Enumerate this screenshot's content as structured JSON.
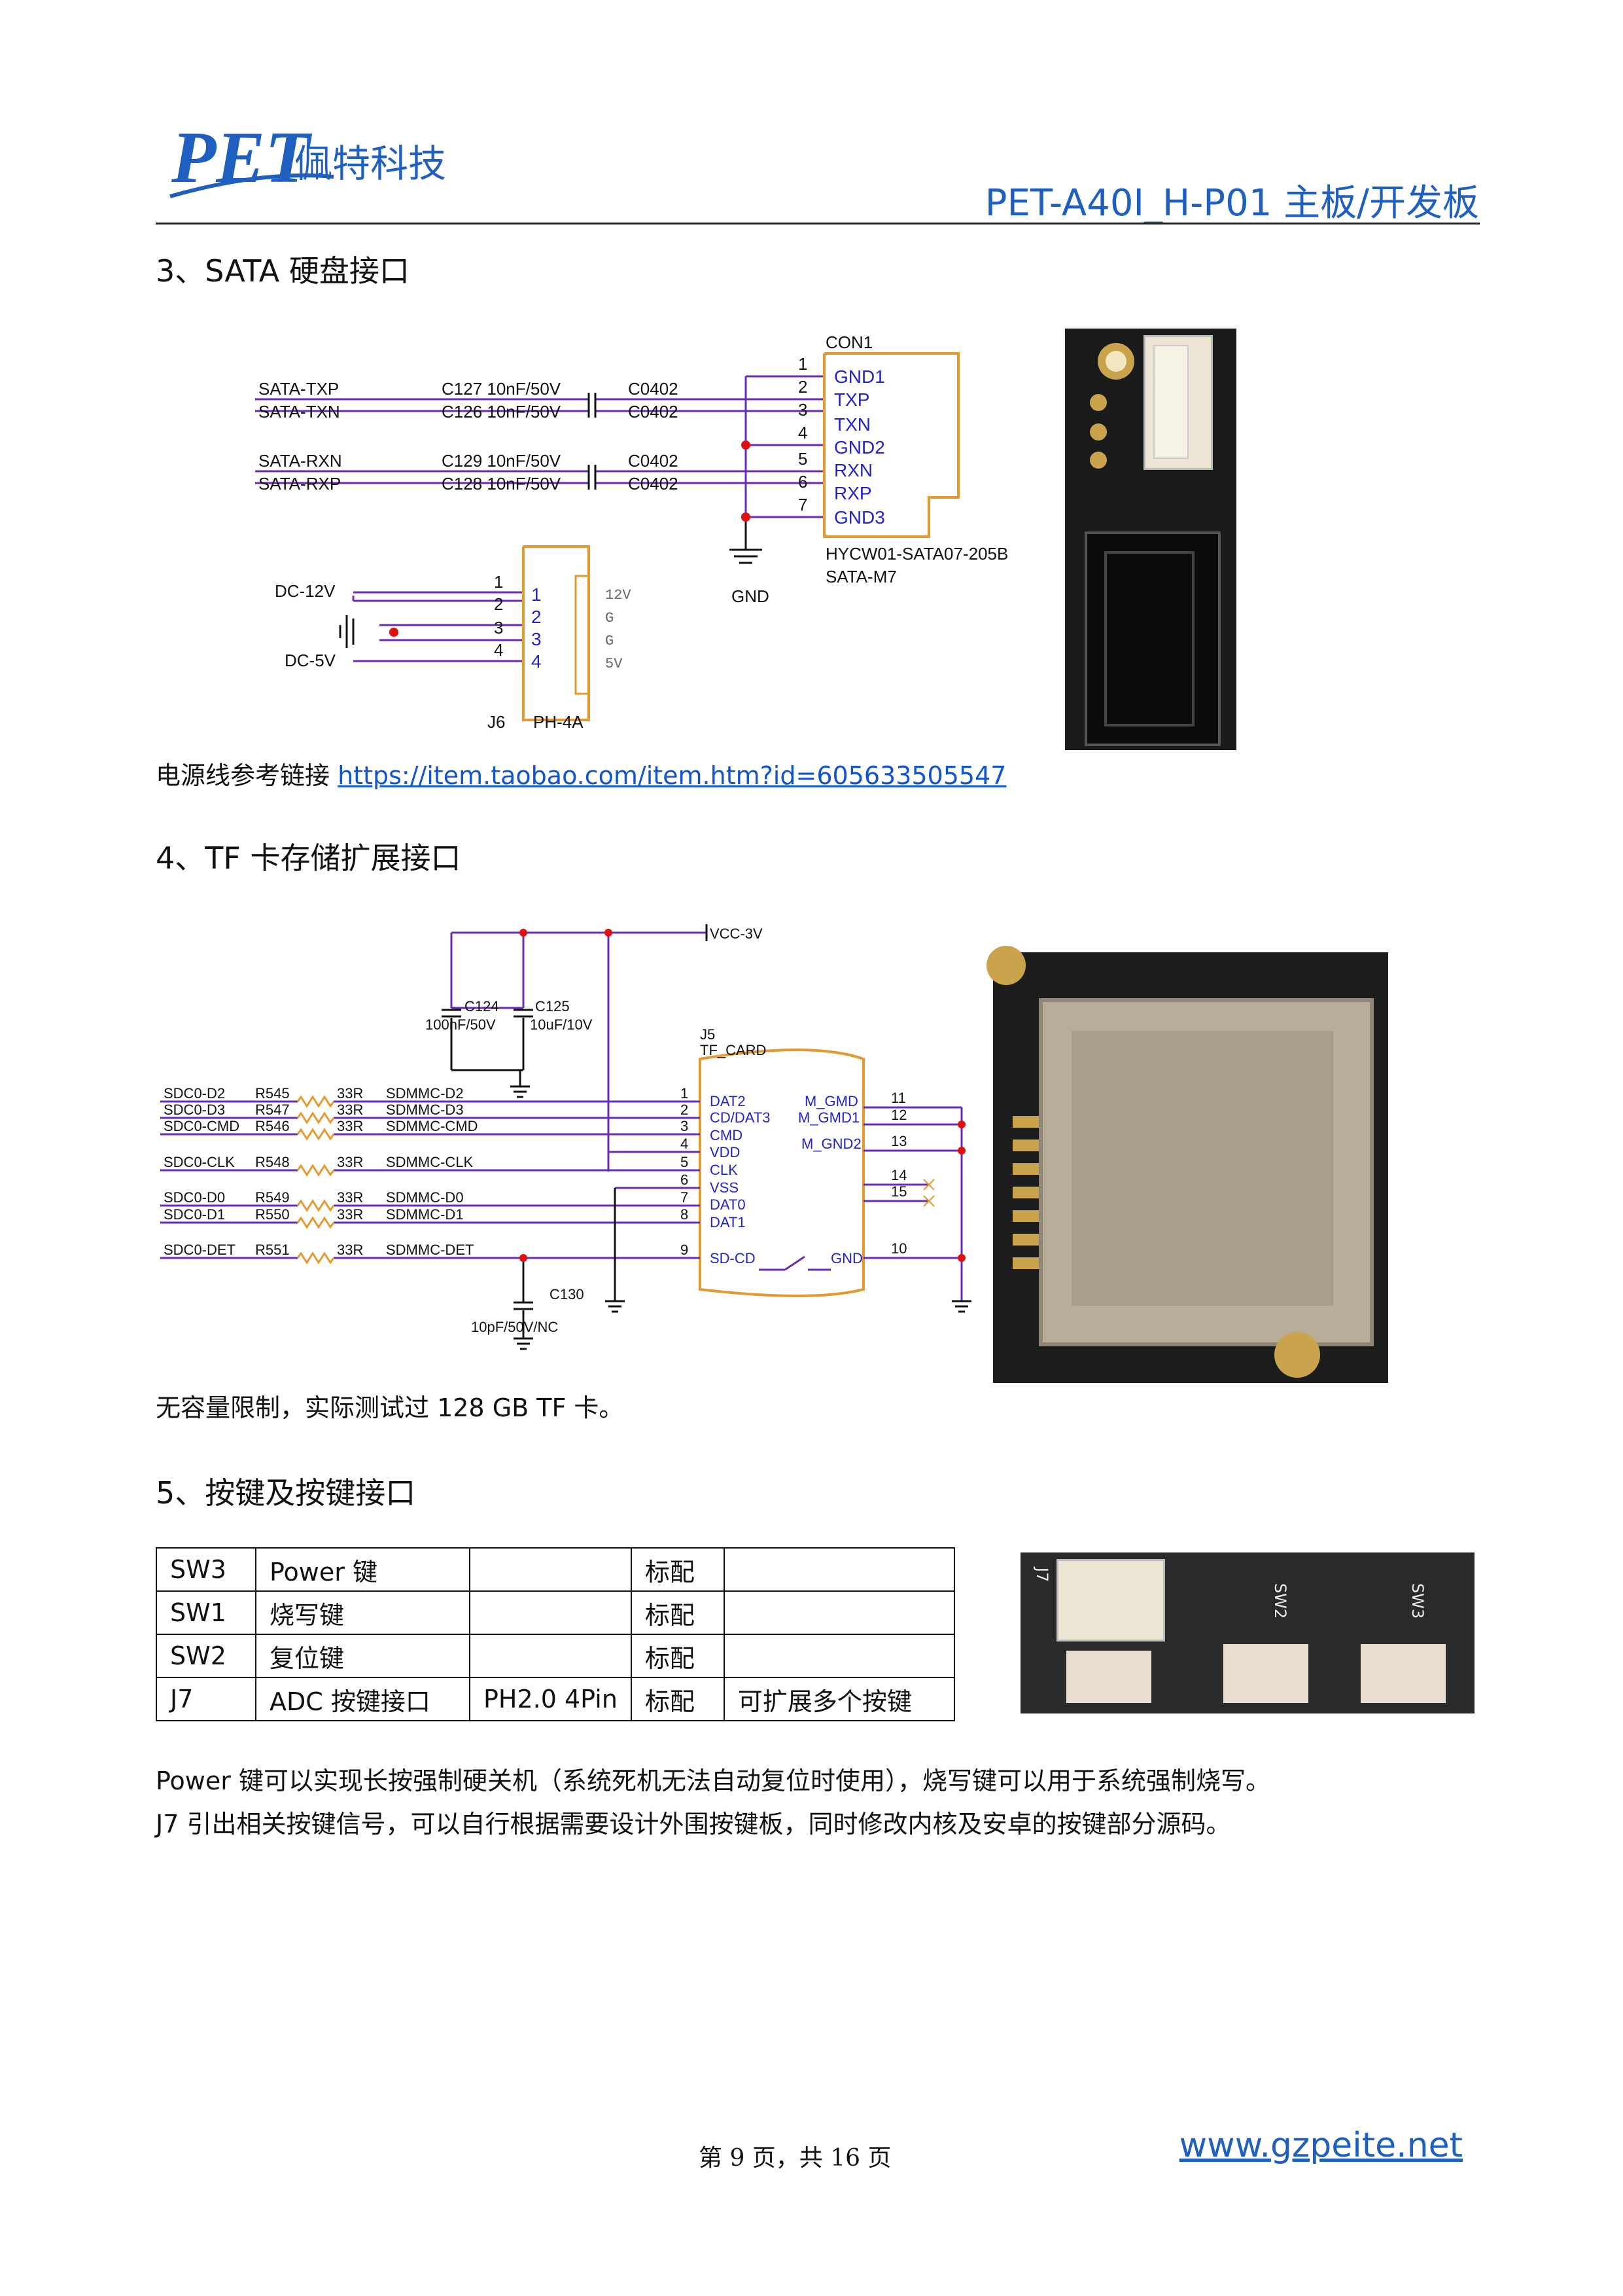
{
  "header": {
    "logo_text": "PET",
    "company_cn": "佩特科技",
    "doc_title": "PET-A40I_H-P01 主板/开发板"
  },
  "section3": {
    "title": "3、SATA 硬盘接口",
    "note_prefix": "电源线参考链接 ",
    "note_link": "https://item.taobao.com/item.htm?id=605633505547",
    "schematic": {
      "nets_left": [
        "SATA-TXP",
        "SATA-TXN",
        "SATA-RXN",
        "SATA-RXP"
      ],
      "caps": [
        "C127 10nF/50V",
        "C126 10nF/50V",
        "C129 10nF/50V",
        "C128 10nF/50V"
      ],
      "pkg": "C0402",
      "con1_ref": "CON1",
      "con1_pins": [
        "1",
        "2",
        "3",
        "4",
        "5",
        "6",
        "7"
      ],
      "con1_names": [
        "GND1",
        "TXP",
        "TXN",
        "GND2",
        "RXN",
        "RXP",
        "GND3"
      ],
      "con1_part": "HYCW01-SATA07-205B",
      "con1_part2": "SATA-M7",
      "gnd": "GND",
      "dc12": "DC-12V",
      "dc5": "DC-5V",
      "j6_pins": [
        "1",
        "2",
        "3",
        "4"
      ],
      "j6_labels": [
        "12V",
        "G",
        "G",
        "5V"
      ],
      "j6_ref": "J6",
      "j6_part": "PH-4A"
    }
  },
  "section4": {
    "title": "4、TF 卡存储扩展接口",
    "note": "无容量限制，实际测试过 128 GB TF 卡。",
    "schematic": {
      "vcc": "VCC-3V",
      "c124": "C124",
      "c124_val": "100nF/50V",
      "c125": "C125",
      "c125_val": "10uF/10V",
      "j5_ref": "J5",
      "j5_part": "TF_CARD",
      "rows": [
        {
          "net": "SDC0-D2",
          "res": "R545",
          "val": "33R",
          "out": "SDMMC-D2",
          "pin": "1",
          "name": "DAT2"
        },
        {
          "net": "SDC0-D3",
          "res": "R547",
          "val": "33R",
          "out": "SDMMC-D3",
          "pin": "2",
          "name": "CD/DAT3"
        },
        {
          "net": "SDC0-CMD",
          "res": "R546",
          "val": "33R",
          "out": "SDMMC-CMD",
          "pin": "3",
          "name": "CMD"
        },
        {
          "net": "SDC0-CLK",
          "res": "R548",
          "val": "33R",
          "out": "SDMMC-CLK",
          "pin": "5",
          "name": "CLK"
        },
        {
          "net": "SDC0-D0",
          "res": "R549",
          "val": "33R",
          "out": "SDMMC-D0",
          "pin": "7",
          "name": "DAT0"
        },
        {
          "net": "SDC0-D1",
          "res": "R550",
          "val": "33R",
          "out": "SDMMC-D1",
          "pin": "8",
          "name": "DAT1"
        },
        {
          "net": "SDC0-DET",
          "res": "R551",
          "val": "33R",
          "out": "SDMMC-DET",
          "pin": "9",
          "name": "SD-CD"
        }
      ],
      "pin4": "4",
      "pin4_name": "VDD",
      "pin6": "6",
      "pin6_name": "VSS",
      "right_names": [
        "M_GMD",
        "M_GMD1",
        "M_GND2",
        "GND"
      ],
      "right_pins": [
        "11",
        "12",
        "13",
        "14",
        "15",
        "10"
      ],
      "c130": "C130",
      "c130_val": "10pF/50V/NC"
    }
  },
  "section5": {
    "title": "5、按键及按键接口",
    "table": [
      [
        "SW3",
        "Power 键",
        "",
        "标配",
        ""
      ],
      [
        "SW1",
        "烧写键",
        "",
        "标配",
        ""
      ],
      [
        "SW2",
        "复位键",
        "",
        "标配",
        ""
      ],
      [
        "J7",
        "ADC 按键接口",
        "PH2.0 4Pin",
        "标配",
        "可扩展多个按键"
      ]
    ],
    "para1": "Power 键可以实现长按强制硬关机（系统死机无法自动复位时使用），烧写键可以用于系统强制烧写。",
    "para2": "J7 引出相关按键信号，可以自行根据需要设计外围按键板，同时修改内核及安卓的按键部分源码。",
    "photo_labels": [
      "J7",
      "SW2",
      "SW3"
    ]
  },
  "footer": {
    "page": "第 9 页，共 16 页",
    "url": "www.gzpeite.net"
  },
  "colors": {
    "brand_blue": "#1f5fbf",
    "wire": "#6a2bb5",
    "box": "#e39a30",
    "pin_blue": "#2222cc",
    "junction": "#dd1111"
  }
}
